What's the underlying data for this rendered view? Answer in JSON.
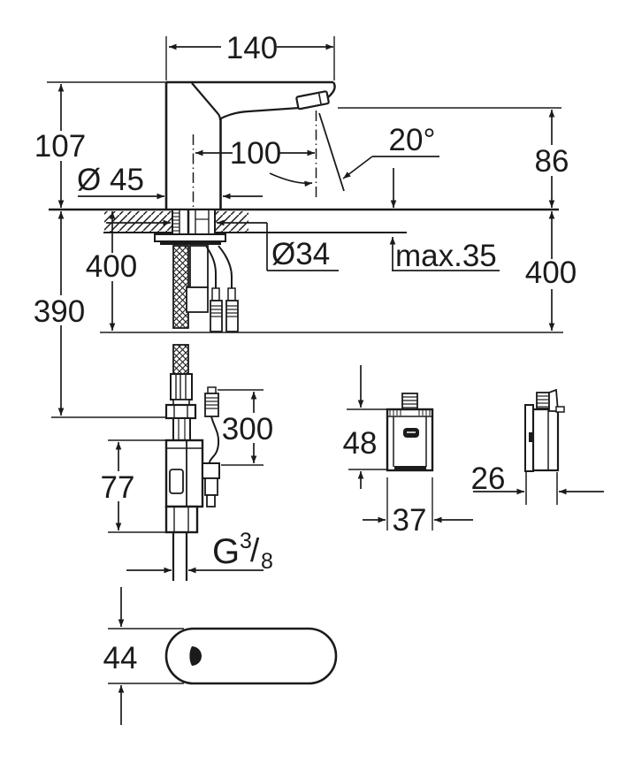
{
  "drawing": {
    "background": "#ffffff",
    "ink": "#1b1b1b",
    "dims": {
      "spout_width": "140",
      "body_height": "107",
      "spout_reach": "100",
      "spray_angle": "20°",
      "outlet_height": "86",
      "base_diameter": "Ø 45",
      "shank_diameter": "Ø34",
      "deck_thickness": "max.35",
      "left_drop": "400",
      "supply_drop": "390",
      "right_drop": "400",
      "cable_length": "300",
      "valve_height": "77",
      "box_height": "48",
      "box_width": "37",
      "box_depth": "26",
      "escutcheon_height": "44",
      "thread_g": "G",
      "thread_num": "3",
      "thread_slash": "/",
      "thread_den": "8"
    }
  }
}
